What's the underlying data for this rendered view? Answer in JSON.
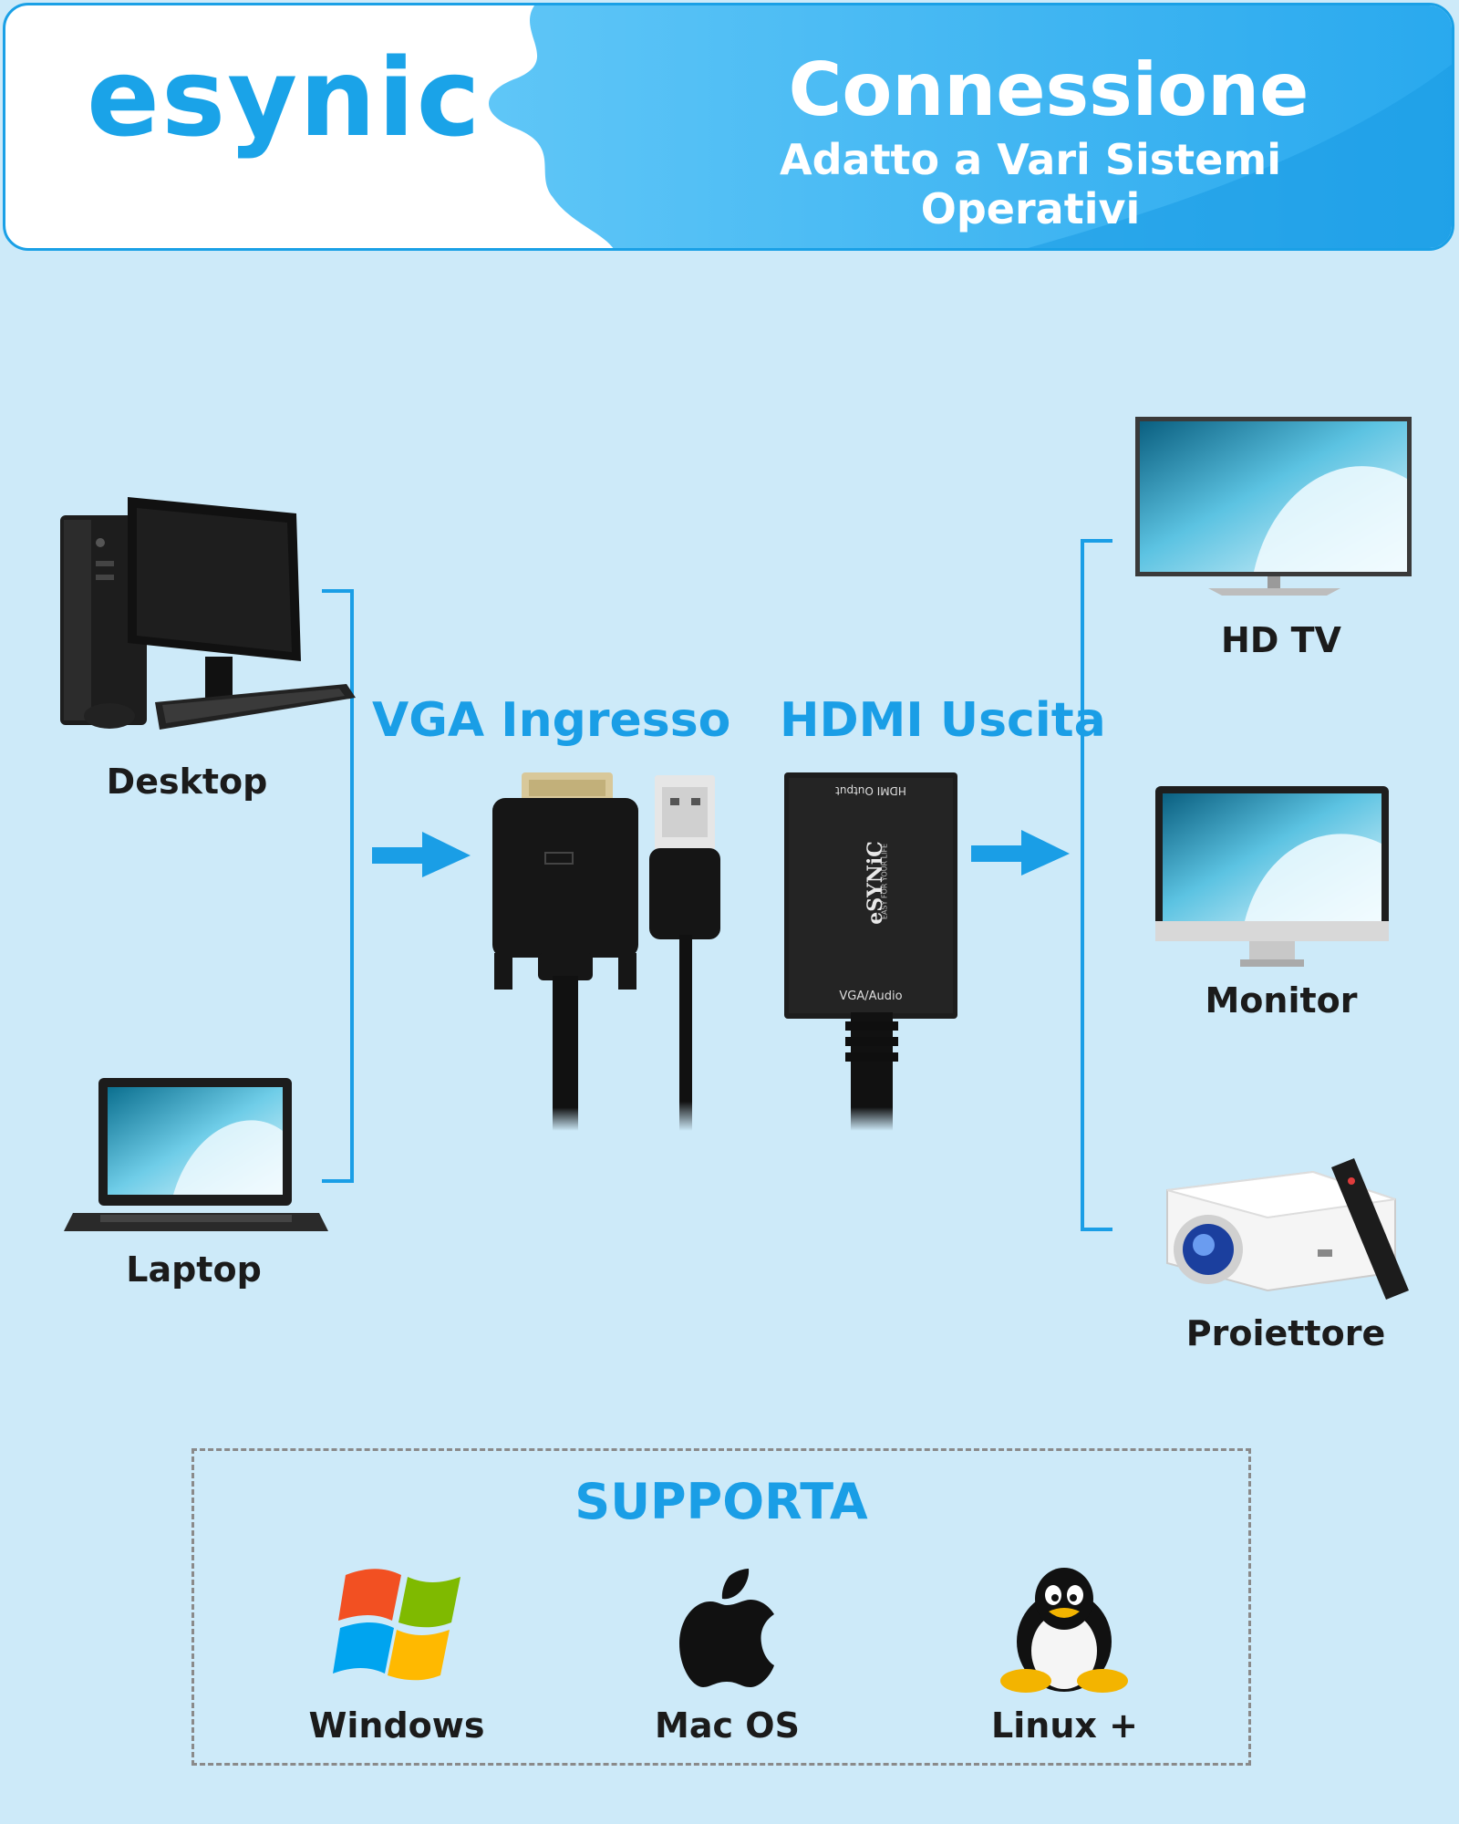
{
  "brand": {
    "logo": "esynic",
    "accent": "#1aa3e8"
  },
  "header": {
    "title": "Connessione",
    "subtitle": "Adatto a Vari Sistemi Operativi"
  },
  "sources": [
    {
      "label": "Desktop",
      "icon": "desktop-pc-icon"
    },
    {
      "label": "Laptop",
      "icon": "laptop-icon"
    }
  ],
  "adapter": {
    "input_label": "VGA Ingresso",
    "output_label": "HDMI Uscita",
    "box_top_text": "HDMI Output",
    "box_bottom_text": "VGA/Audio",
    "box_brand": "eSYNiC",
    "box_tagline": "EASY FOR YOUR LIFE"
  },
  "outputs": [
    {
      "label": "HD TV",
      "icon": "tv-icon"
    },
    {
      "label": "Monitor",
      "icon": "monitor-icon"
    },
    {
      "label": "Proiettore",
      "icon": "projector-icon"
    }
  ],
  "support": {
    "title": "SUPPORTA",
    "systems": [
      {
        "label": "Windows",
        "icon": "windows-logo-icon"
      },
      {
        "label": "Mac OS",
        "icon": "apple-logo-icon"
      },
      {
        "label": "Linux +",
        "icon": "linux-penguin-icon"
      }
    ]
  }
}
